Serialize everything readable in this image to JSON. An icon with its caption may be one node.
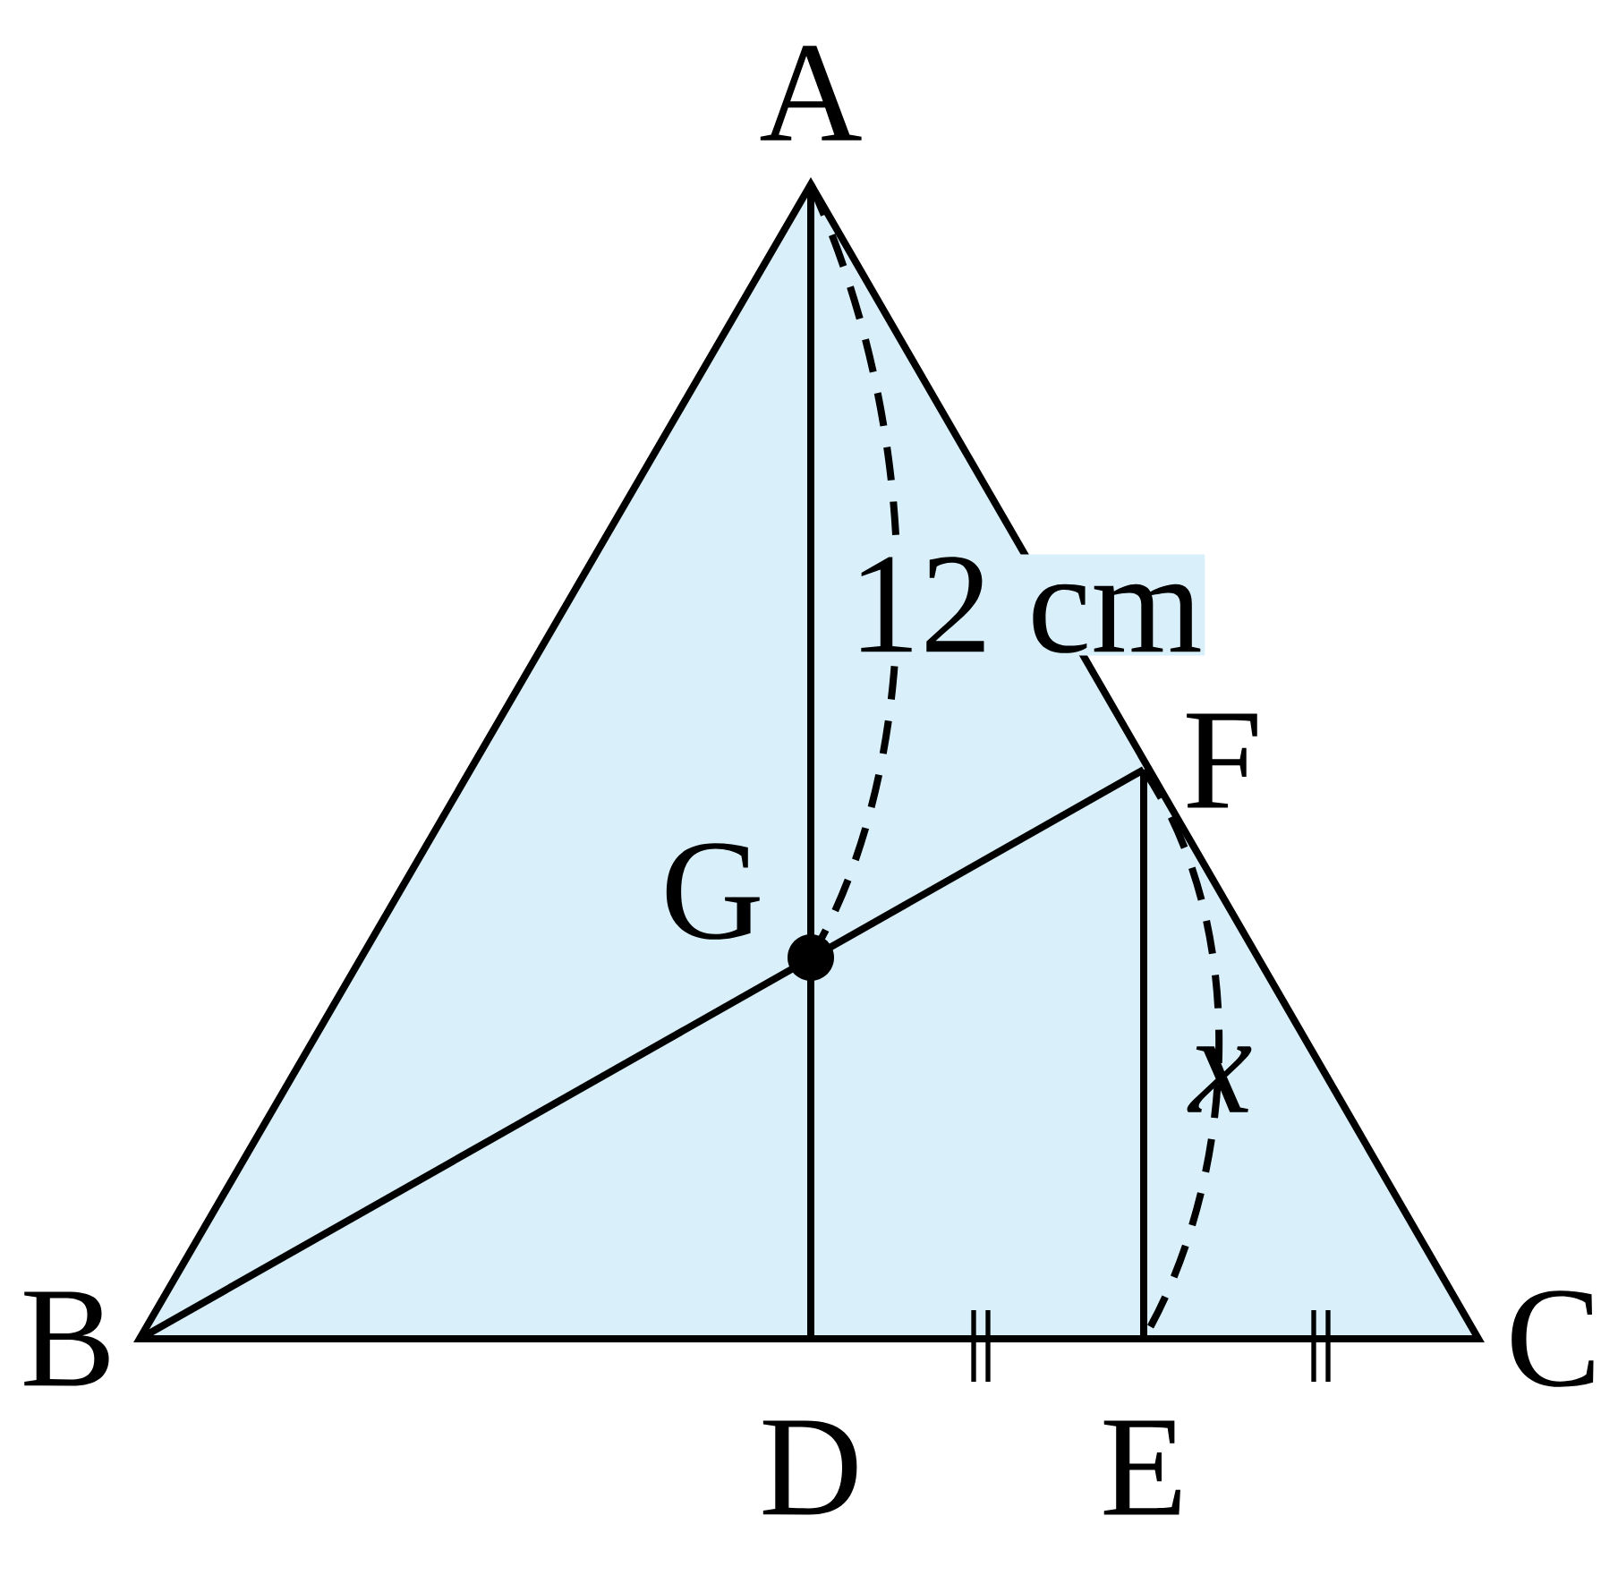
{
  "diagram": {
    "labels": [
      "A",
      "B",
      "C",
      "D",
      "E",
      "F",
      "G",
      "12 cm",
      "x"
    ]
  }
}
